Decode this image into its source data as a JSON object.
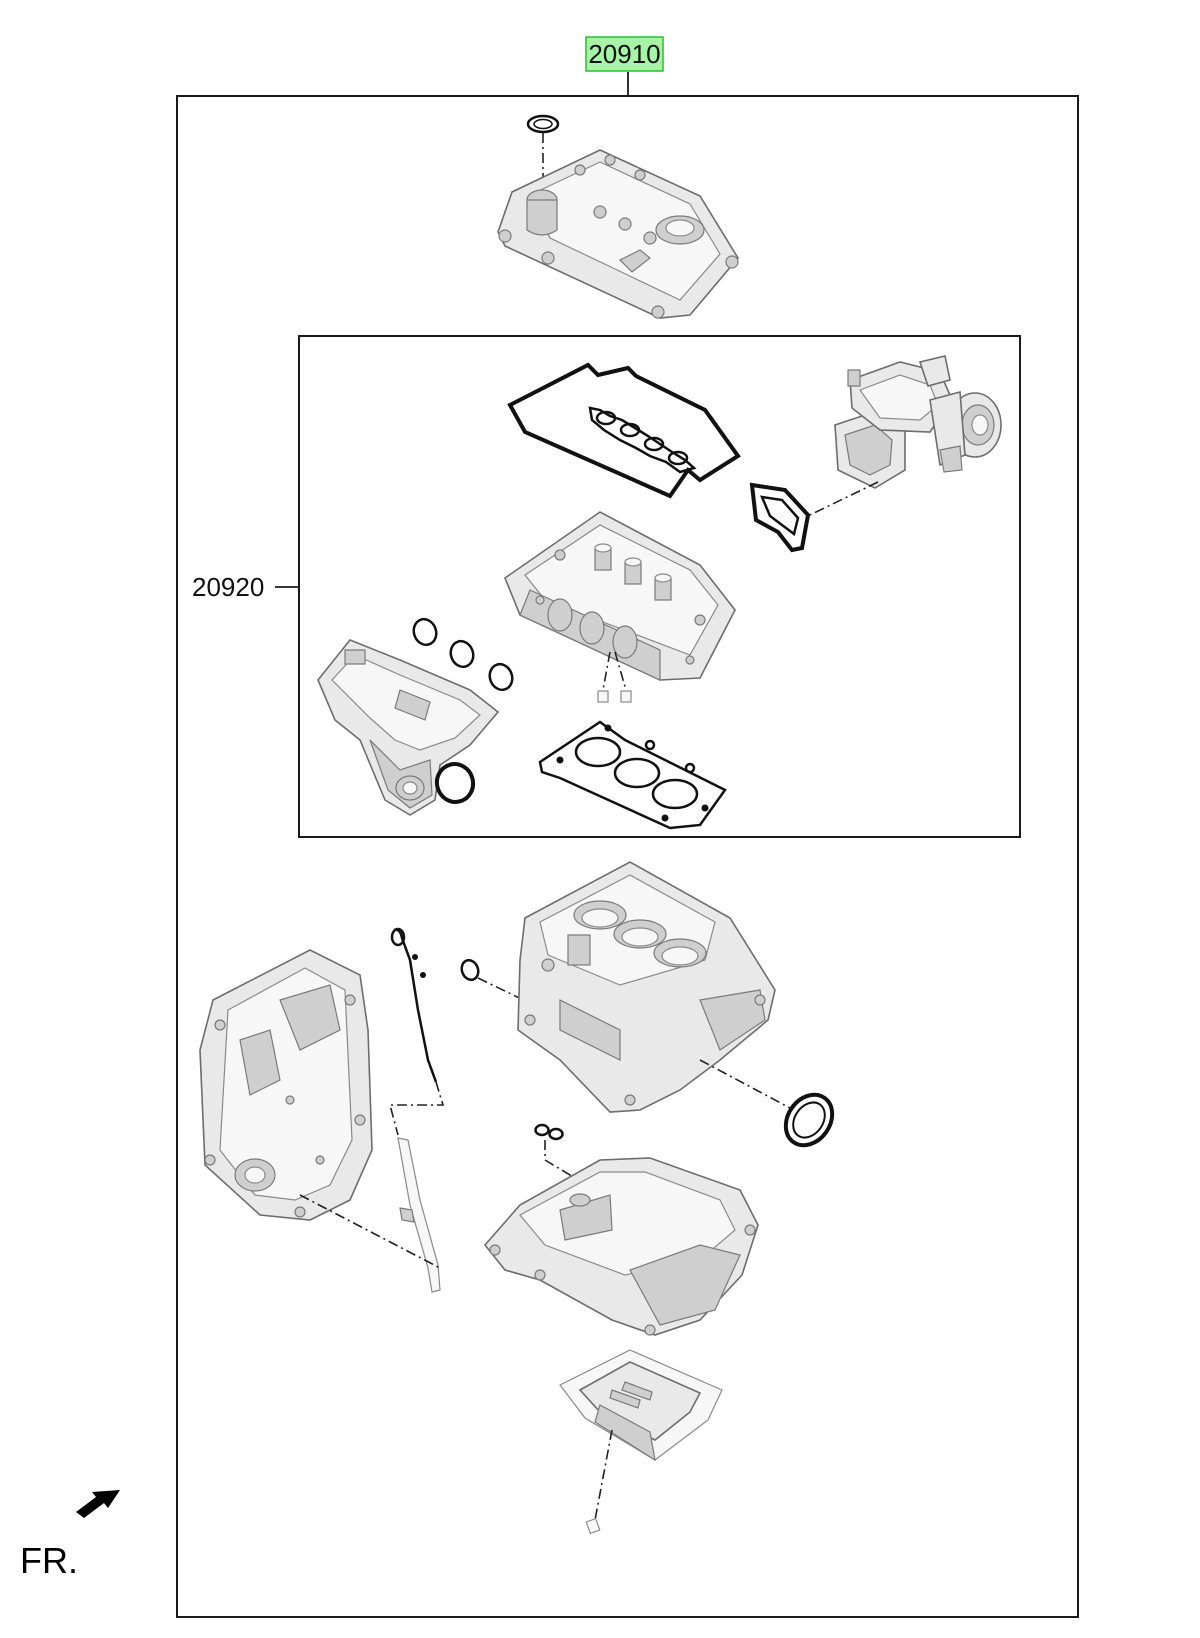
{
  "callouts": {
    "assembly": {
      "label": "20910",
      "highlight_color": "#a6f5a6",
      "highlight_border": "#2bbf2b"
    },
    "sub_kit": {
      "label": "20920"
    }
  },
  "orientation": {
    "label": "FR."
  },
  "parts": [
    "oil-filler-cap-ring",
    "cylinder-head-cover",
    "rocker-cover-gasket",
    "turbocharger",
    "turbo-flange-gasket",
    "cylinder-head",
    "intake-manifold",
    "intake-port-seals",
    "throttle-seal",
    "cylinder-head-gasket",
    "head-dowel-pins",
    "timing-chain-cover",
    "oil-dipstick",
    "cylinder-block",
    "block-oring",
    "rear-crankshaft-seal",
    "upper-oil-pan",
    "oil-pan-orings",
    "lower-oil-pan",
    "drain-plug"
  ]
}
